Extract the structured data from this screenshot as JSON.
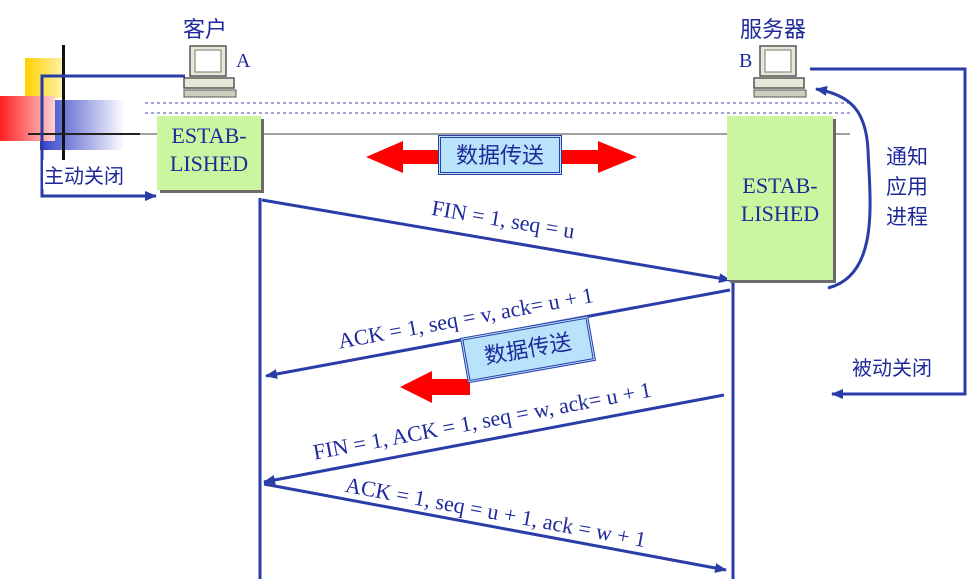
{
  "client": {
    "title": "客户",
    "host_letter": "A",
    "state_line1": "ESTAB-",
    "state_line2": "LISHED",
    "action": "主动关闭"
  },
  "server": {
    "title": "服务器",
    "host_letter": "B",
    "state_line1": "ESTAB-",
    "state_line2": "LISHED",
    "notify": [
      "通知",
      "应用",
      "进程"
    ],
    "action": "被动关闭"
  },
  "data_transfer_label": "数据传送",
  "data_transfer_label_2": "数据传送",
  "messages": [
    {
      "label": "FIN = 1, seq = u",
      "direction": "client-to-server"
    },
    {
      "label": "ACK = 1, seq = v, ack= u + 1",
      "direction": "server-to-client"
    },
    {
      "label": "FIN = 1, ACK = 1, seq = w, ack= u + 1",
      "direction": "server-to-client"
    },
    {
      "label": "ACK = 1, seq = u + 1, ack = w + 1",
      "direction": "client-to-server"
    }
  ],
  "colors": {
    "line": "#2a3ca8",
    "state_box": "#ccf5a0",
    "red_arrow": "#ff0000",
    "tag_fill": "#b9e3fb"
  }
}
